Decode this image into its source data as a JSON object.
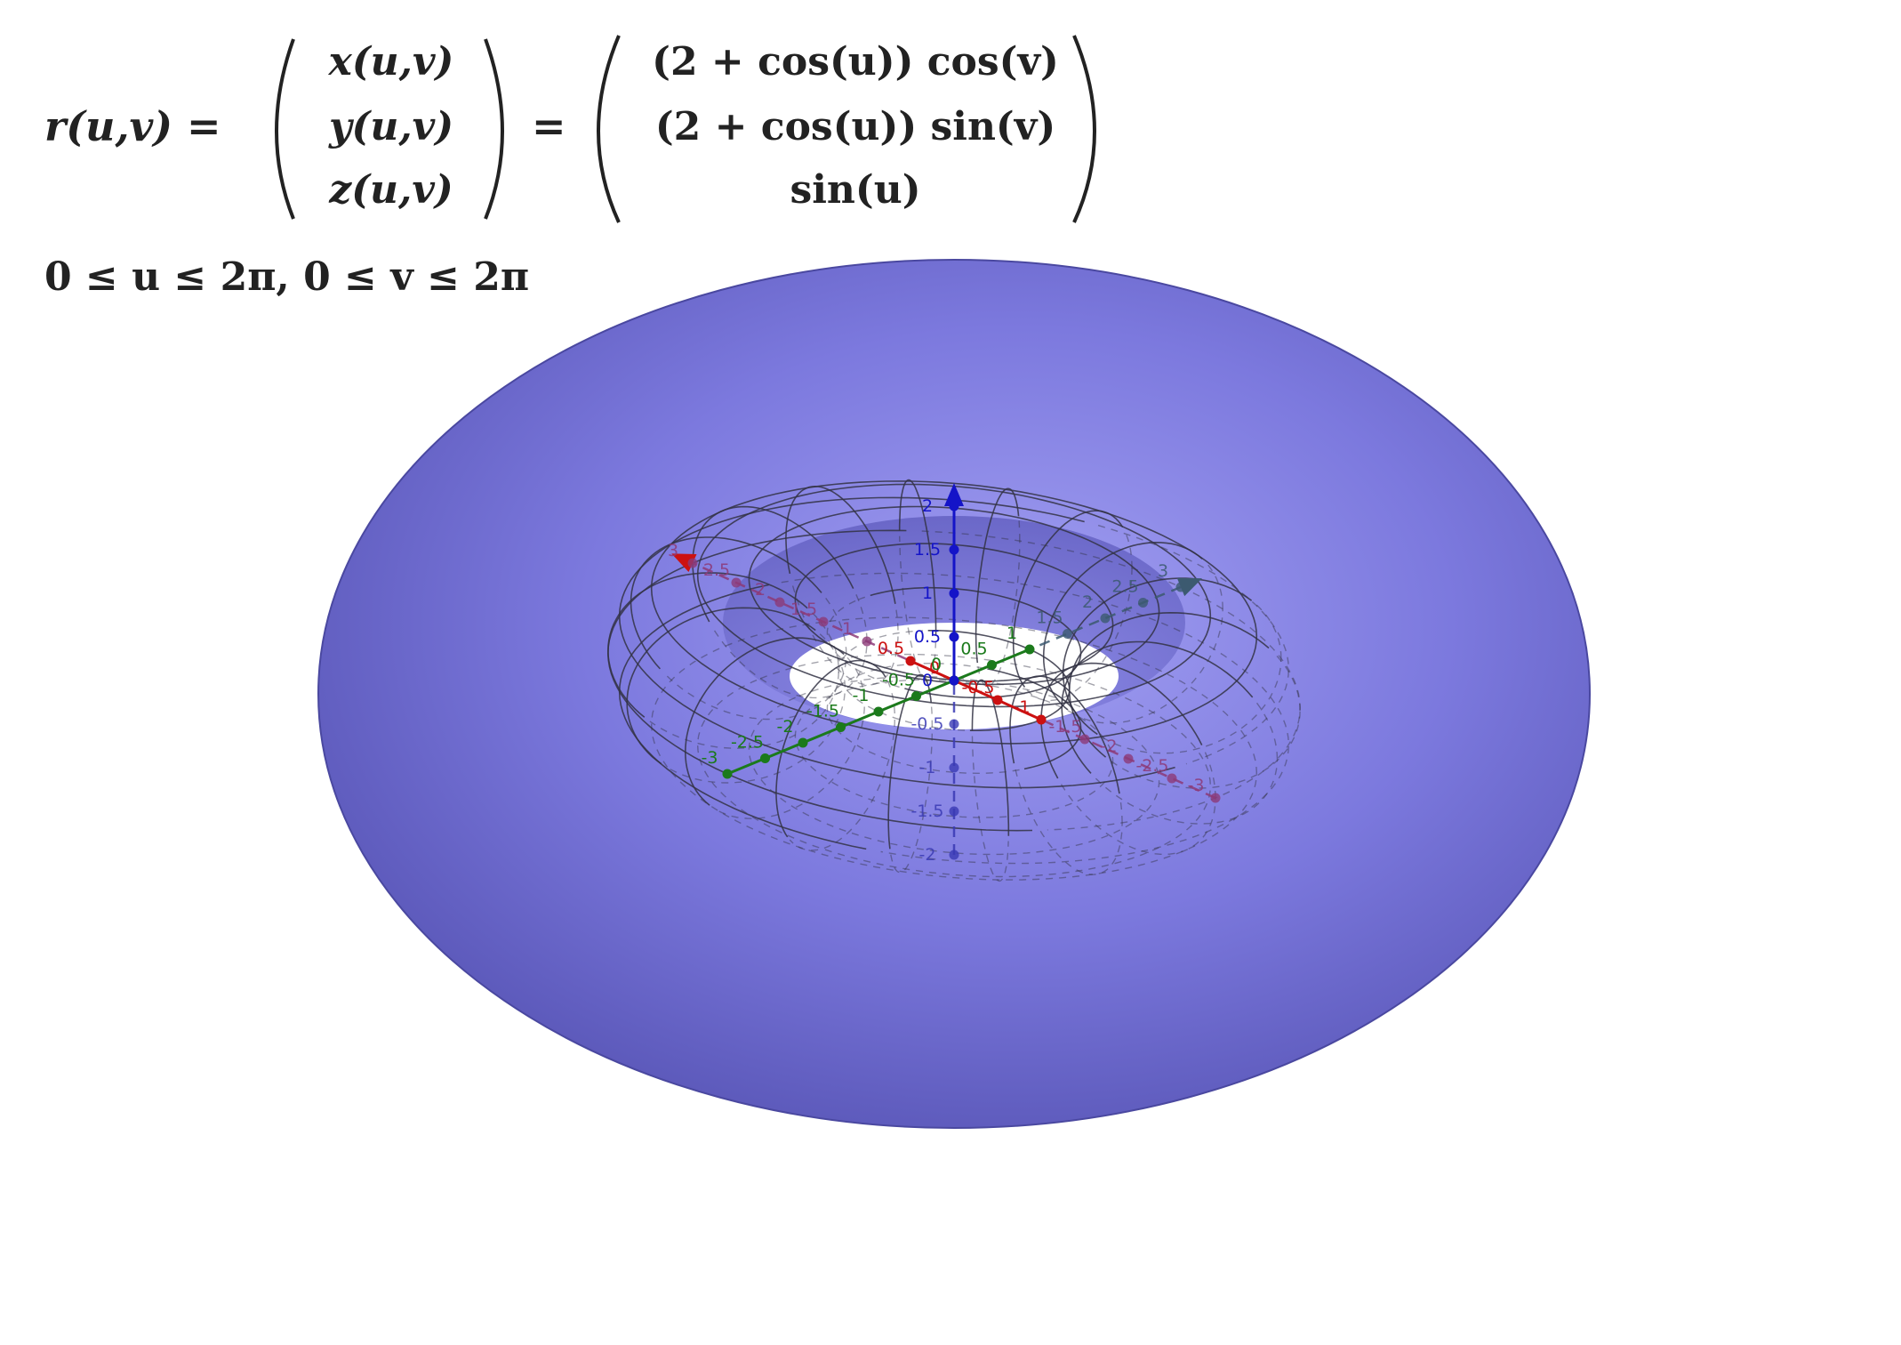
{
  "formula": {
    "lhs": "r(u,v) =",
    "components": [
      "x(u,v)",
      "y(u,v)",
      "z(u,v)"
    ],
    "equals": "=",
    "definitions": [
      "(2 + cos(u))  cos(v)",
      "(2 + cos(u))  sin(v)",
      "sin(u)"
    ],
    "domain": "0 ≤ u ≤ 2π, 0 ≤ v ≤ 2π"
  },
  "surface": {
    "type": "torus",
    "major_radius": 2,
    "minor_radius": 1,
    "fill_color": "#7b78dc",
    "mesh_color": "#333344"
  },
  "axes": {
    "x": {
      "color": "#cc1111",
      "hidden_color": "#8c3a78",
      "range": [
        -3,
        3
      ],
      "ticks": [
        {
          "value": -3,
          "label": "-3"
        },
        {
          "value": -2.5,
          "label": "-2.5"
        },
        {
          "value": -2,
          "label": "-2"
        },
        {
          "value": -1.5,
          "label": "-1.5"
        },
        {
          "value": -1,
          "label": "-1"
        },
        {
          "value": -0.5,
          "label": "-0.5"
        },
        {
          "value": 0,
          "label": "0"
        },
        {
          "value": 0.5,
          "label": "0.5"
        },
        {
          "value": 1,
          "label": "1"
        },
        {
          "value": 1.5,
          "label": "1.5"
        },
        {
          "value": 2,
          "label": "2"
        },
        {
          "value": 2.5,
          "label": "2.5"
        },
        {
          "value": 3,
          "label": "3"
        }
      ]
    },
    "y": {
      "color": "#1b7a1b",
      "hidden_color": "#3c5a70",
      "range": [
        -3,
        3
      ],
      "ticks": [
        {
          "value": -3,
          "label": "-3"
        },
        {
          "value": -2.5,
          "label": "-2.5"
        },
        {
          "value": -2,
          "label": "-2"
        },
        {
          "value": -1.5,
          "label": "-1.5"
        },
        {
          "value": -1,
          "label": "-1"
        },
        {
          "value": -0.5,
          "label": "-0.5"
        },
        {
          "value": 0,
          "label": "0"
        },
        {
          "value": 0.5,
          "label": "0.5"
        },
        {
          "value": 1,
          "label": "1"
        },
        {
          "value": 1.5,
          "label": "1.5"
        },
        {
          "value": 2,
          "label": "2"
        },
        {
          "value": 2.5,
          "label": "2.5"
        },
        {
          "value": 3,
          "label": "3"
        }
      ]
    },
    "z": {
      "color": "#1414c8",
      "hidden_color": "#3a3ab4",
      "range": [
        -2,
        2
      ],
      "ticks": [
        {
          "value": -2,
          "label": "-2"
        },
        {
          "value": -1.5,
          "label": "-1.5"
        },
        {
          "value": -1,
          "label": "-1"
        },
        {
          "value": -0.5,
          "label": "-0.5"
        },
        {
          "value": 0,
          "label": "0"
        },
        {
          "value": 0.5,
          "label": "0.5"
        },
        {
          "value": 1,
          "label": "1"
        },
        {
          "value": 1.5,
          "label": "1.5"
        },
        {
          "value": 2,
          "label": "2"
        }
      ]
    }
  }
}
